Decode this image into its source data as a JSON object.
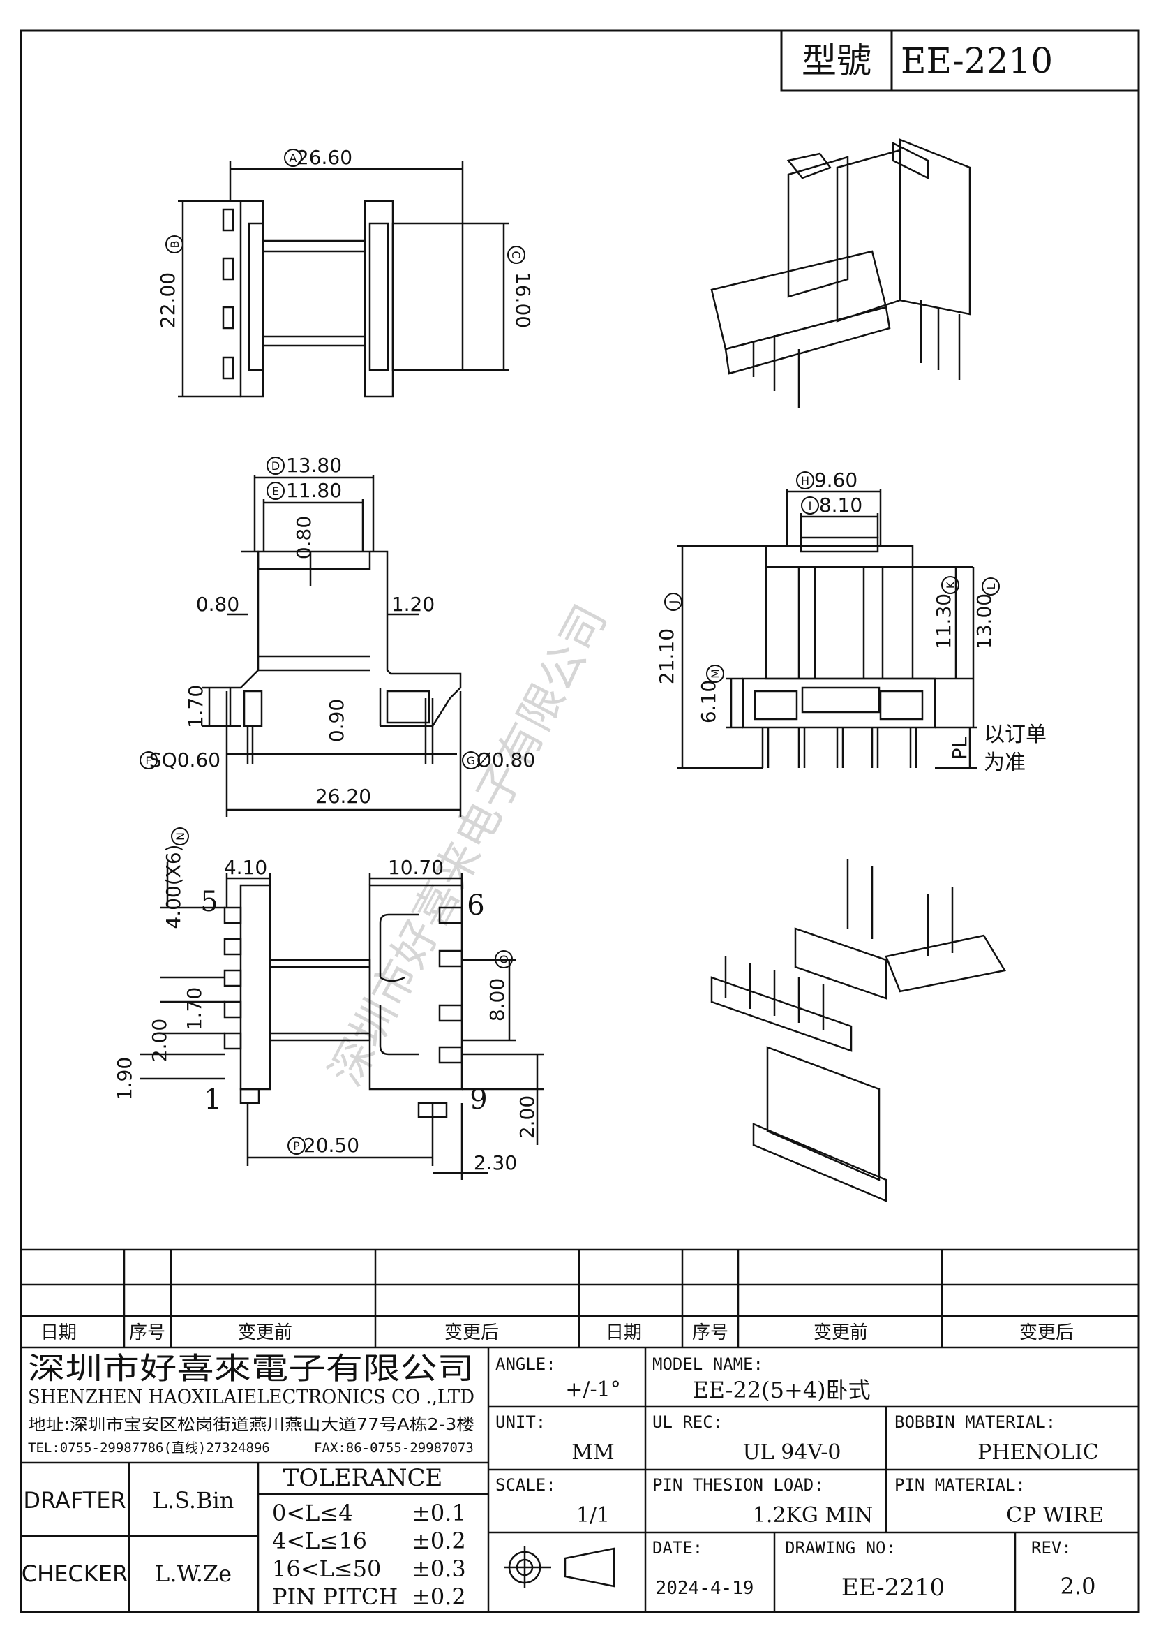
{
  "header": {
    "model_label": "型號",
    "model_value": "EE-2210"
  },
  "dimensions": {
    "A": "26.60",
    "B": "22.00",
    "C": "16.00",
    "D": "13.80",
    "E": "11.80",
    "top_inner": "0.80",
    "left_wall": "0.80",
    "right_wall": "1.20",
    "base_height": "1.70",
    "slot": "0.90",
    "F": "SQ0.60",
    "G": "Ø0.80",
    "overall_width": "26.20",
    "H": "9.60",
    "I": "8.10",
    "J": "21.10",
    "L": "11.30",
    "M": "13.00",
    "K": "6.10",
    "PL": "PL",
    "PL_note": [
      "以订单",
      "为准"
    ],
    "N": "4.00(X6)",
    "pin_width": "4.10",
    "right_width": "10.70",
    "O": "8.00",
    "pitch1": "1.70",
    "pitch2": "2.00",
    "pitch3": "1.90",
    "P": "20.50",
    "offset": "2.30",
    "right_pitch": "2.00",
    "pin_labels": [
      "5",
      "1",
      "6",
      "9"
    ],
    "circle_letters": [
      "A",
      "B",
      "C",
      "D",
      "E",
      "F",
      "G",
      "H",
      "I",
      "J",
      "K",
      "L",
      "M",
      "N",
      "O",
      "P"
    ]
  },
  "watermark": "深圳市好喜来电子有限公司",
  "revision_table": {
    "headers": [
      "日期",
      "序号",
      "变更前",
      "变更后",
      "日期",
      "序号",
      "变更前",
      "变更后"
    ]
  },
  "title_block": {
    "company_cn": "深圳市好喜來電子有限公司",
    "company_en": "SHENZHEN HAOXILAIELECTRONICS CO .,LTD",
    "address": "地址:深圳市宝安区松岗街道燕川燕山大道77号A栋2-3楼",
    "tel": "TEL:0755-29987786(直线)27324896",
    "fax": "FAX:86-0755-29987073",
    "drafter_label": "DRAFTER",
    "drafter_value": "L.S.Bin",
    "checker_label": "CHECKER",
    "checker_value": "L.W.Ze",
    "tolerance_title": "TOLERANCE",
    "tolerances": [
      {
        "range": "0<L≤4",
        "value": "±0.1"
      },
      {
        "range": "4<L≤16",
        "value": "±0.2"
      },
      {
        "range": "16<L≤50",
        "value": "±0.3"
      },
      {
        "range": "PIN PITCH",
        "value": "±0.2"
      }
    ],
    "angle_label": "ANGLE:",
    "angle_value": "+/-1°",
    "unit_label": "UNIT:",
    "unit_value": "MM",
    "scale_label": "SCALE:",
    "scale_value": "1/1",
    "model_name_label": "MODEL NAME:",
    "model_name_value": "EE-22(5+4)卧式",
    "ul_label": "UL REC:",
    "ul_value": "UL 94V-0",
    "bobbin_label": "BOBBIN MATERIAL:",
    "bobbin_value": "PHENOLIC",
    "pin_load_label": "PIN THESION LOAD:",
    "pin_load_value": "1.2KG MIN",
    "pin_material_label": "PIN MATERIAL:",
    "pin_material_value": "CP  WIRE",
    "date_label": "DATE:",
    "date_value": "2024-4-19",
    "drawing_no_label": "DRAWING NO:",
    "drawing_no_value": "EE-2210",
    "rev_label": "REV:",
    "rev_value": "2.0"
  }
}
